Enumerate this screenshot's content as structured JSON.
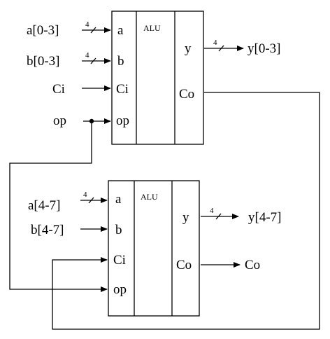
{
  "alu_top": {
    "title": "ALU",
    "in_a": "a",
    "in_b": "b",
    "in_ci": "Ci",
    "in_op": "op",
    "out_y": "y",
    "out_co": "Co",
    "sig_a": "a[0-3]",
    "sig_b": "b[0-3]",
    "sig_ci": "Ci",
    "sig_op": "op",
    "sig_y": "y[0-3]",
    "bus_a": "4",
    "bus_b": "4",
    "bus_y": "4"
  },
  "alu_bottom": {
    "title": "ALU",
    "in_a": "a",
    "in_b": "b",
    "in_ci": "Ci",
    "in_op": "op",
    "out_y": "y",
    "out_co": "Co",
    "sig_a": "a[4-7]",
    "sig_b": "b[4-7]",
    "sig_y": "y[4-7]",
    "sig_co": "Co",
    "bus_a": "4",
    "bus_y": "4"
  }
}
